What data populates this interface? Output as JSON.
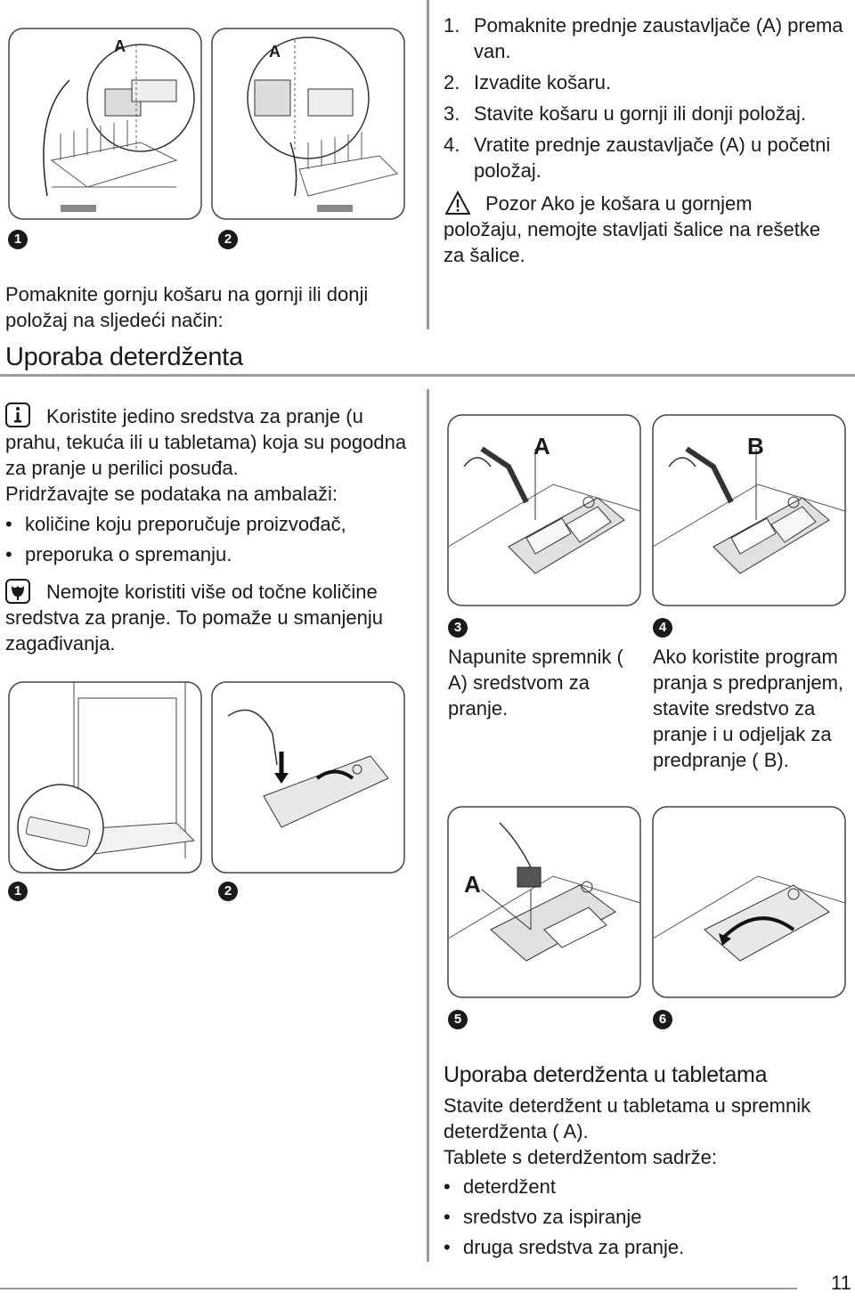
{
  "top_left": {
    "intro": "Pomaknite gornju košaru na gornji ili donji položaj na sljedeći način:",
    "fig1_num": "1",
    "fig2_num": "2",
    "label_a1": "A",
    "label_a2": "A"
  },
  "top_right": {
    "steps": [
      {
        "n": "1.",
        "text": "Pomaknite prednje zaustavljače (A) prema van."
      },
      {
        "n": "2.",
        "text": "Izvadite košaru."
      },
      {
        "n": "3.",
        "text": "Stavite košaru u gornji ili donji položaj."
      },
      {
        "n": "4.",
        "text": "Vratite prednje zaustavljače (A) u početni položaj."
      }
    ],
    "caution_label": "Pozor",
    "caution_text": "Ako je košara u gornjem položaju, nemojte stavljati šalice na rešetke za šalice."
  },
  "section": {
    "title": "Uporaba deterdženta"
  },
  "left_col": {
    "info_text": "Koristite jedino sredstva za pranje (u prahu, tekuća ili u tabletama) koja su pogodna za pranje u perilici posuđa.",
    "info_line2": "Pridržavajte se podataka na ambalaži:",
    "bullets": [
      "količine koju preporučuje proizvođač,",
      "preporuka o spremanju."
    ],
    "eco_text": "Nemojte koristiti više od točne količine sredstva za pranje. To pomaže u smanjenju zagađivanja.",
    "fig1_num": "1",
    "fig2_num": "2"
  },
  "right_col": {
    "fig3_num": "3",
    "fig3_caption": "Napunite spremnik ( A) sredstvom za pranje.",
    "fig3_label": "A",
    "fig4_num": "4",
    "fig4_caption": "Ako koristite program pranja s predpranjem, stavite sredstvo za pranje i u odjeljak za predpranje ( B).",
    "fig4_label": "B",
    "fig5_num": "5",
    "fig5_label": "A",
    "fig6_num": "6",
    "tablet_title": "Uporaba deterdženta u tabletama",
    "tablet_text": "Stavite deterdžent u tabletama u spremnik deterdženta ( A).",
    "tablet_line2": "Tablete s deterdžentom sadrže:",
    "tablet_bullets": [
      "deterdžent",
      "sredstvo za ispiranje",
      "druga sredstva za pranje."
    ]
  },
  "footer": {
    "page_number": "11"
  },
  "icons": {
    "caution": "warning-triangle-icon",
    "info": "info-icon",
    "eco": "eco-leaf-icon"
  }
}
